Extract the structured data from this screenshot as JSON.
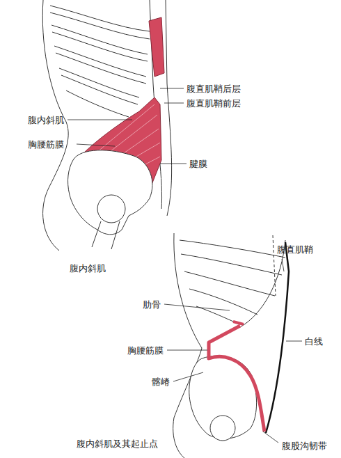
{
  "diagram": {
    "labels": [
      "腹直肌鞘后层",
      "腹直肌鞘前层",
      "腹内斜肌",
      "胸腰筋膜",
      "腱膜",
      "腹内斜肌",
      "腹直肌鞘",
      "肋骨",
      "白线",
      "胸腰筋膜",
      "髂嵴",
      "腹内斜肌及其起止点",
      "腹股沟韧带"
    ]
  }
}
